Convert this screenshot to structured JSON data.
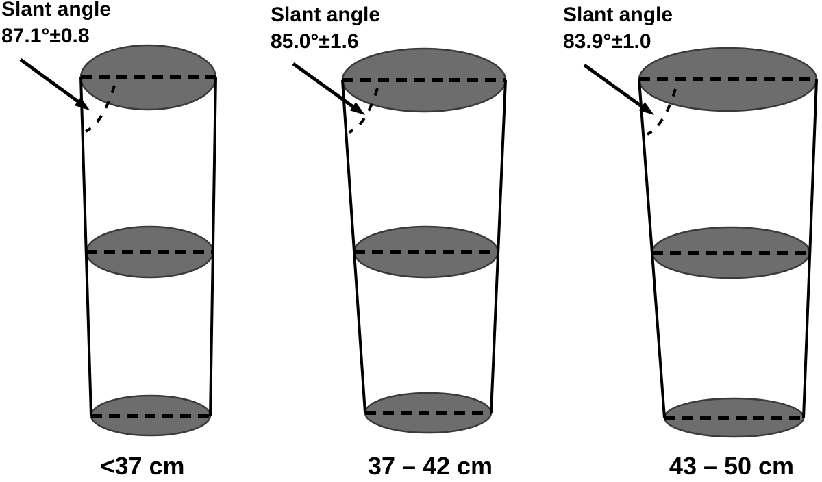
{
  "figure": {
    "groups": [
      {
        "slant_label": "Slant angle",
        "slant_value": "87.1°±0.8",
        "size_label": "<37 cm"
      },
      {
        "slant_label": "Slant angle",
        "slant_value": "85.0°±1.6",
        "size_label": "37 – 42 cm"
      },
      {
        "slant_label": "Slant angle",
        "slant_value": "83.9°±1.0",
        "size_label": "43 – 50 cm"
      }
    ],
    "colors": {
      "background": "#ffffff",
      "ellipse_fill": "#6d6d6d",
      "ellipse_stroke": "#3a3a3a",
      "line": "#000000",
      "text": "#000000"
    }
  }
}
